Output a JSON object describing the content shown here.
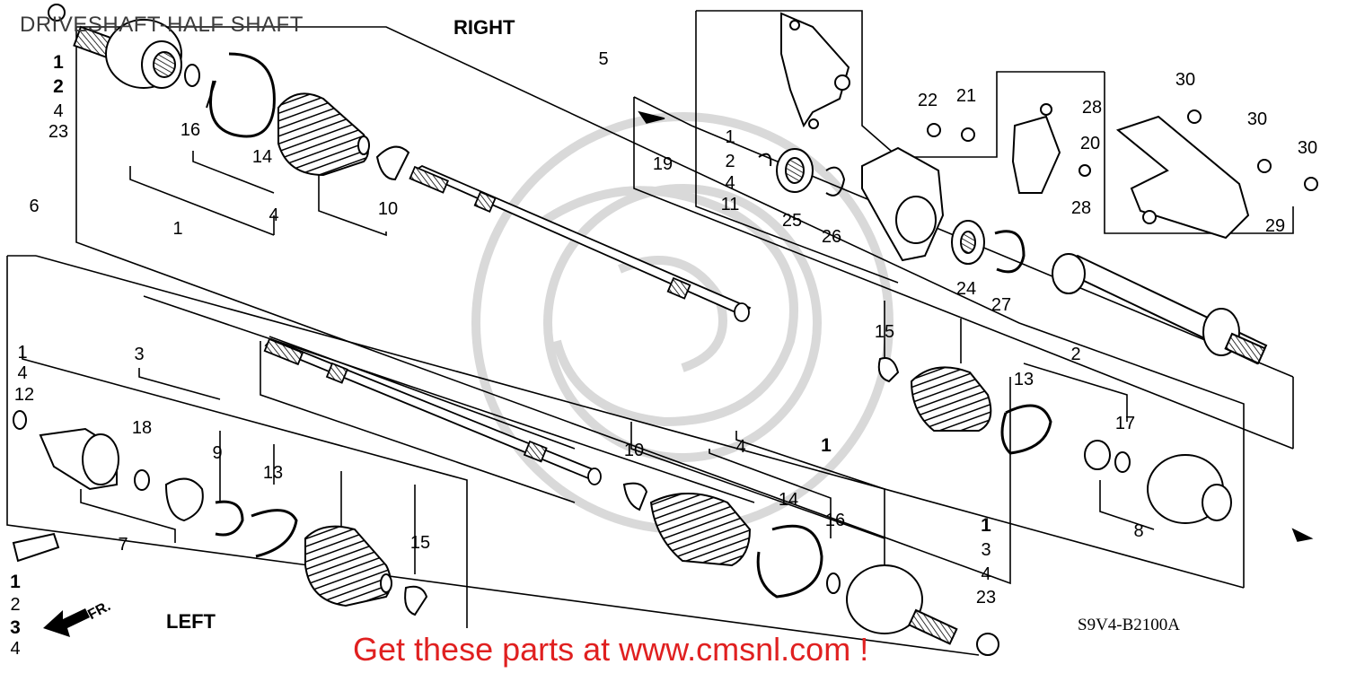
{
  "title": "DRIVESHAFT-HALF SHAFT",
  "side_right": "RIGHT",
  "side_left": "LEFT",
  "front_arrow": "FR.",
  "diagram_code": "S9V4-B2100A",
  "promo": "Get these parts at www.cmsnl.com !",
  "callouts": [
    {
      "id": "c-tl-1",
      "text": "1",
      "bold": true
    },
    {
      "id": "c-tl-2",
      "text": "2",
      "bold": true
    },
    {
      "id": "c-tl-4",
      "text": "4",
      "bold": false
    },
    {
      "id": "c-tl-23",
      "text": "23",
      "bold": false
    },
    {
      "id": "c-16a",
      "text": "16",
      "bold": false
    },
    {
      "id": "c-14a",
      "text": "14",
      "bold": false
    },
    {
      "id": "c-1a",
      "text": "1",
      "bold": false
    },
    {
      "id": "c-4a",
      "text": "4",
      "bold": false
    },
    {
      "id": "c-10a",
      "text": "10",
      "bold": false
    },
    {
      "id": "c-5",
      "text": "5",
      "bold": false
    },
    {
      "id": "c-6",
      "text": "6",
      "bold": false
    },
    {
      "id": "c-19",
      "text": "19",
      "bold": false
    },
    {
      "id": "c-g1",
      "text": "1",
      "bold": false
    },
    {
      "id": "c-g2",
      "text": "2",
      "bold": false
    },
    {
      "id": "c-g4",
      "text": "4",
      "bold": false
    },
    {
      "id": "c-g11",
      "text": "11",
      "bold": false
    },
    {
      "id": "c-25",
      "text": "25",
      "bold": false
    },
    {
      "id": "c-26",
      "text": "26",
      "bold": false
    },
    {
      "id": "c-22",
      "text": "22",
      "bold": false
    },
    {
      "id": "c-21",
      "text": "21",
      "bold": false
    },
    {
      "id": "c-28a",
      "text": "28",
      "bold": false
    },
    {
      "id": "c-20",
      "text": "20",
      "bold": false
    },
    {
      "id": "c-28b",
      "text": "28",
      "bold": false
    },
    {
      "id": "c-30a",
      "text": "30",
      "bold": false
    },
    {
      "id": "c-30b",
      "text": "30",
      "bold": false
    },
    {
      "id": "c-30c",
      "text": "30",
      "bold": false
    },
    {
      "id": "c-29",
      "text": "29",
      "bold": false
    },
    {
      "id": "c-24",
      "text": "24",
      "bold": false
    },
    {
      "id": "c-27",
      "text": "27",
      "bold": false
    },
    {
      "id": "c-15a",
      "text": "15",
      "bold": false
    },
    {
      "id": "c-13a",
      "text": "13",
      "bold": false
    },
    {
      "id": "c-2",
      "text": "2",
      "bold": false
    },
    {
      "id": "c-17",
      "text": "17",
      "bold": false
    },
    {
      "id": "c-8",
      "text": "8",
      "bold": false
    },
    {
      "id": "c-l1",
      "text": "1",
      "bold": false
    },
    {
      "id": "c-l4",
      "text": "4",
      "bold": false
    },
    {
      "id": "c-12",
      "text": "12",
      "bold": false
    },
    {
      "id": "c-3",
      "text": "3",
      "bold": false
    },
    {
      "id": "c-18",
      "text": "18",
      "bold": false
    },
    {
      "id": "c-9",
      "text": "9",
      "bold": false
    },
    {
      "id": "c-13b",
      "text": "13",
      "bold": false
    },
    {
      "id": "c-7",
      "text": "7",
      "bold": false
    },
    {
      "id": "c-15b",
      "text": "15",
      "bold": false
    },
    {
      "id": "c-10b",
      "text": "10",
      "bold": false
    },
    {
      "id": "c-4b",
      "text": "4",
      "bold": false
    },
    {
      "id": "c-1b",
      "text": "1",
      "bold": true
    },
    {
      "id": "c-14b",
      "text": "14",
      "bold": false
    },
    {
      "id": "c-16b",
      "text": "16",
      "bold": false
    },
    {
      "id": "c-br1",
      "text": "1",
      "bold": true
    },
    {
      "id": "c-br3",
      "text": "3",
      "bold": false
    },
    {
      "id": "c-br4",
      "text": "4",
      "bold": false
    },
    {
      "id": "c-br23",
      "text": "23",
      "bold": false
    },
    {
      "id": "c-bl1",
      "text": "1",
      "bold": true
    },
    {
      "id": "c-bl2",
      "text": "2",
      "bold": false
    },
    {
      "id": "c-bl3",
      "text": "3",
      "bold": true
    },
    {
      "id": "c-bl4",
      "text": "4",
      "bold": false
    }
  ]
}
